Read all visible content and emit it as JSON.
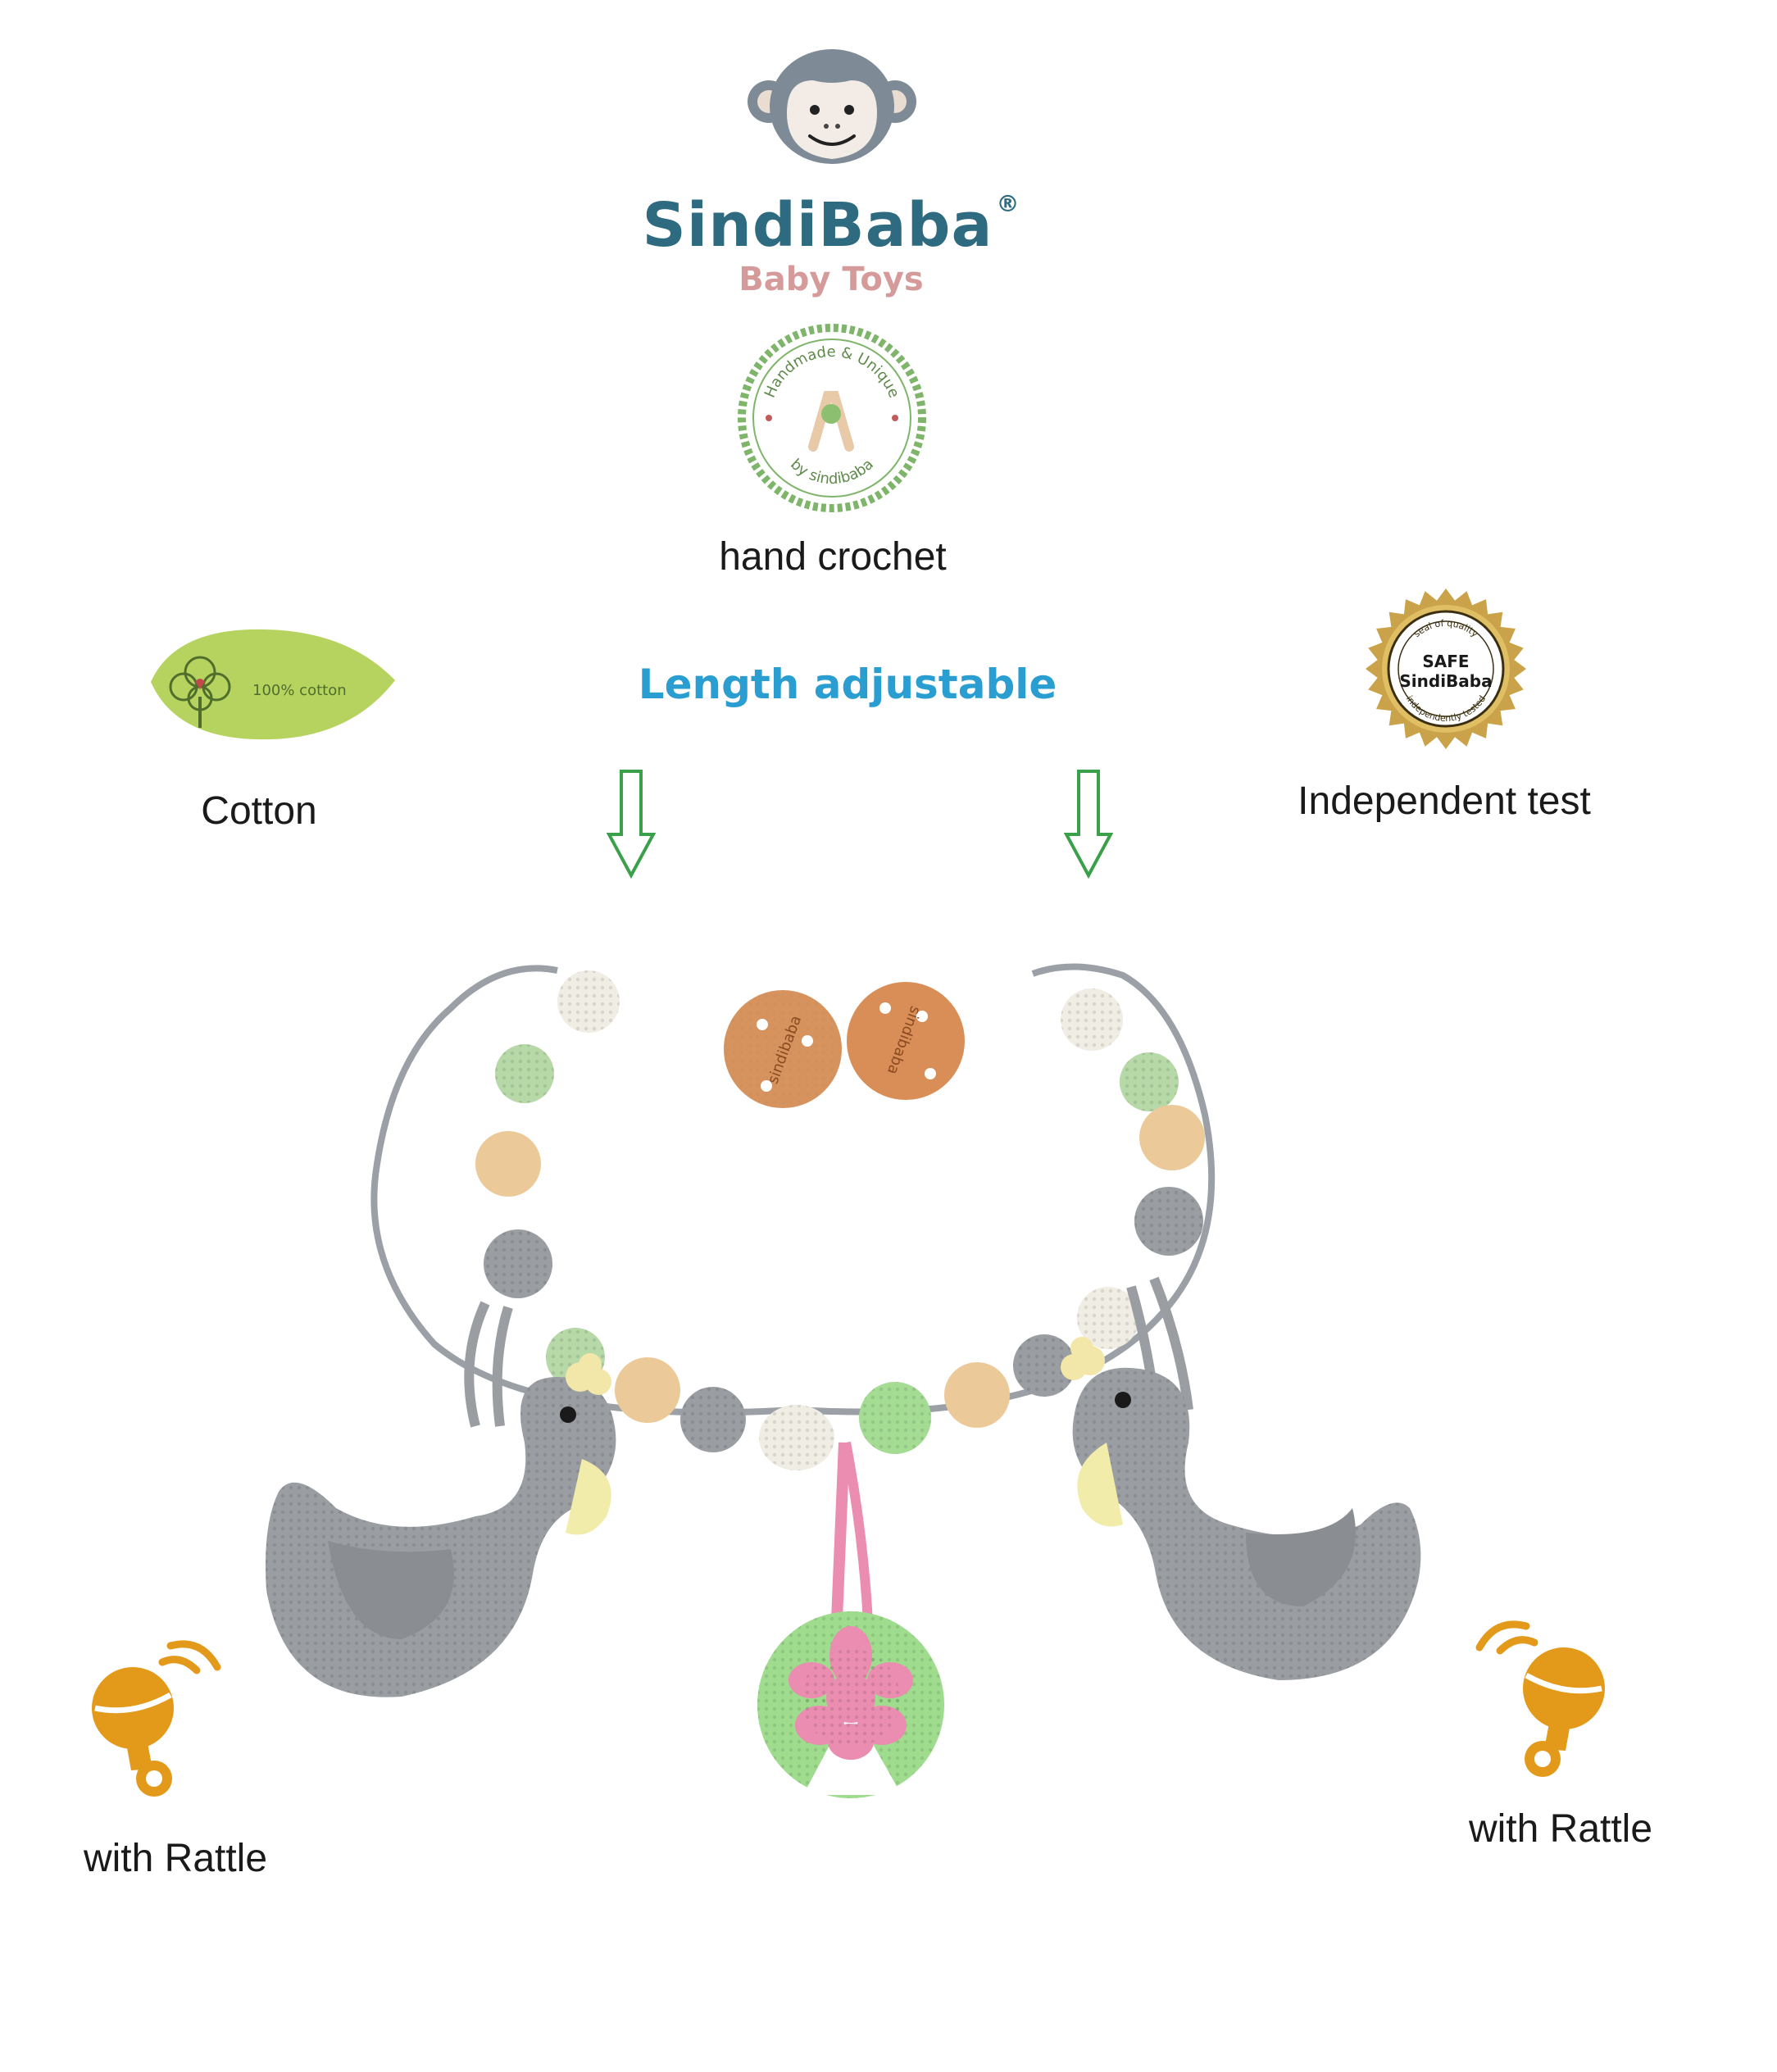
{
  "brand": {
    "name": "SindiBaba",
    "registered": "®",
    "subtitle": "Baby Toys"
  },
  "badges": {
    "handmade_ring_top": "Handmade & Unique",
    "handmade_ring_bottom": "by sindibaba",
    "cotton_leaf_text": "100% cotton",
    "seal_top": "seal of quality",
    "seal_safe": "SAFE",
    "seal_brand": "SindiBaba",
    "seal_bottom": "independently tested"
  },
  "labels": {
    "hand_crochet": "hand crochet",
    "length_adjustable": "Length adjustable",
    "cotton": "Cotton",
    "independent_test": "Independent test",
    "rattle_left": "with Rattle",
    "rattle_right": "with Rattle"
  },
  "product": {
    "clip_engraving": "sindibaba"
  },
  "colors": {
    "brand_blue": "#2e6b80",
    "brand_pink": "#d59a9a",
    "accent_blue": "#2a9ed0",
    "leaf_green": "#b7d35f",
    "arrow_green": "#3aa04a",
    "rattle_orange": "#e39a1a",
    "swan_grey": "#9a9ea3",
    "bead_mint": "#b7d9a8",
    "bead_cream": "#f0ede4",
    "bead_wood": "#e8c79a",
    "lotus_pink": "#ea8db0",
    "lily_green": "#9fdc8e"
  },
  "icons": [
    "monkey-logo-icon",
    "handmade-badge-icon",
    "cotton-leaf-icon",
    "quality-seal-icon",
    "down-arrow-icon",
    "rattle-icon"
  ]
}
